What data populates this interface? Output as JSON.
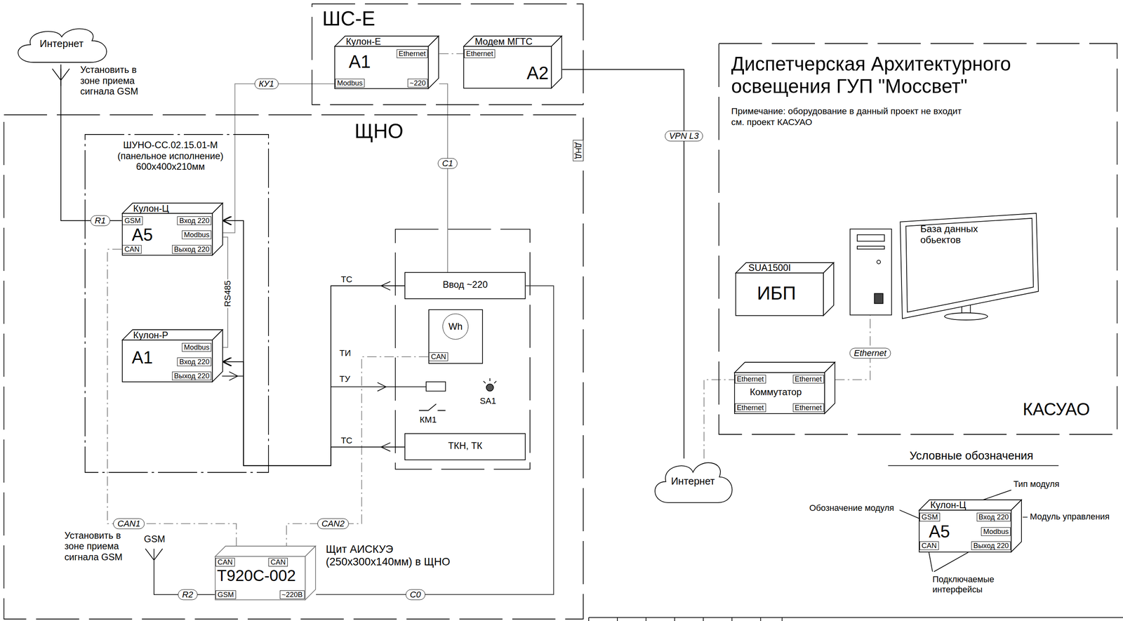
{
  "diagram": {
    "nodes": [
      {
        "text": [
          "ШС-Е"
        ]
      },
      {
        "text": [
          "Кулон-Е",
          "A1",
          "Ethernet",
          "Modbus",
          "~220"
        ],
        "in": 0
      },
      {
        "text": [
          "Модем МГТС",
          "Ethernet",
          "A2"
        ],
        "in": 0
      },
      {
        "text": [
          "ЩНО"
        ]
      },
      {
        "text": [
          "ШУНО-СС.02.15.01-М (панельное исполнение) 600x400x210мм"
        ],
        "in": 3
      },
      {
        "text": [
          "Кулон-Ц",
          "A5",
          "GSM",
          "Вход 220",
          "Modbus",
          "CAN",
          "Выход 220"
        ],
        "in": 4
      },
      {
        "text": [
          "Кулон-Р",
          "Modbus",
          "A1",
          "Вход 220",
          "Выход 220"
        ],
        "in": 4
      },
      {
        "text": [
          "Ввод ~220"
        ],
        "in": 3
      },
      {
        "text": [
          "Wh",
          "CAN"
        ],
        "in": 3
      },
      {
        "text": [
          "ТКН, ТК"
        ],
        "in": 3
      },
      {
        "text": [
          "Щит АИСКУЭ (250x300x140мм) в ЩНО",
          "CAN",
          "CAN",
          "T920C-002",
          "GSM",
          "~220В"
        ],
        "in": 3
      },
      {
        "text": [
          "Интернет"
        ]
      },
      {
        "text": [
          "Интернет"
        ]
      },
      {
        "text": [
          "Диспетчерская Архитектурного освещения ГУП \"Моссвет\"",
          "Примечание: оборудование в данный проект не входит см. проект КАСУАО",
          "КАСУАО"
        ]
      },
      {
        "text": [
          "SUA1500I",
          "ИБП"
        ],
        "in": 13
      },
      {
        "text": [
          "База данных обьектов"
        ],
        "in": 13
      },
      {
        "text": [
          "Ethernet",
          "Ethernet",
          "Коммутатор",
          "Ethernet",
          "Ethernet"
        ],
        "in": 13
      },
      {
        "text": [
          "Кулон-Ц",
          "GSM",
          "Вход 220",
          "A5",
          "Modbus",
          "CAN",
          "Выход 220"
        ]
      }
    ],
    "edges": [
      {
        "from": 1,
        "to": 2,
        "arrow": "none"
      },
      {
        "from": 2,
        "to": 12,
        "label": "VPN L3",
        "arrow": "none"
      },
      {
        "from": 12,
        "to": 16,
        "arrow": "none"
      },
      {
        "from": 16,
        "to": 15,
        "label": "Ethernet",
        "arrow": "none"
      },
      {
        "from": 11,
        "to": 5,
        "label": "R1",
        "arrow": "none"
      },
      {
        "from": 1,
        "to": 5,
        "label": "КУ1",
        "arrow": "none"
      },
      {
        "from": 5,
        "to": 6,
        "label": "RS485",
        "arrow": "none"
      },
      {
        "from": 1,
        "to": 7,
        "label": "С1",
        "arrow": "none"
      },
      {
        "from": 7,
        "to": 10,
        "label": "С0",
        "arrow": "none"
      },
      {
        "from": 5,
        "to": 10,
        "label": "CAN1",
        "arrow": "none"
      },
      {
        "from": 8,
        "to": 10,
        "label": "CAN2",
        "arrow": "none"
      },
      {
        "from": 7,
        "to": 5,
        "label": "ТС",
        "arrow": "to"
      },
      {
        "from": 9,
        "to": 6,
        "label": "ТС",
        "arrow": "to"
      }
    ],
    "labels": [
      "Установить в зоне приема сигнала GSM",
      "ДНД",
      "ТИ",
      "ТУ",
      "КМ1",
      "SA1",
      "GSM",
      "R2",
      "Установить в зоне приема сигнала GSM",
      "Условные обозначения",
      "Тип модуля",
      "Обозначение модуля",
      "Подключаемые интерфейсы"
    ],
    "legend": [
      {
        "text": "– Модуль управления"
      }
    ]
  }
}
